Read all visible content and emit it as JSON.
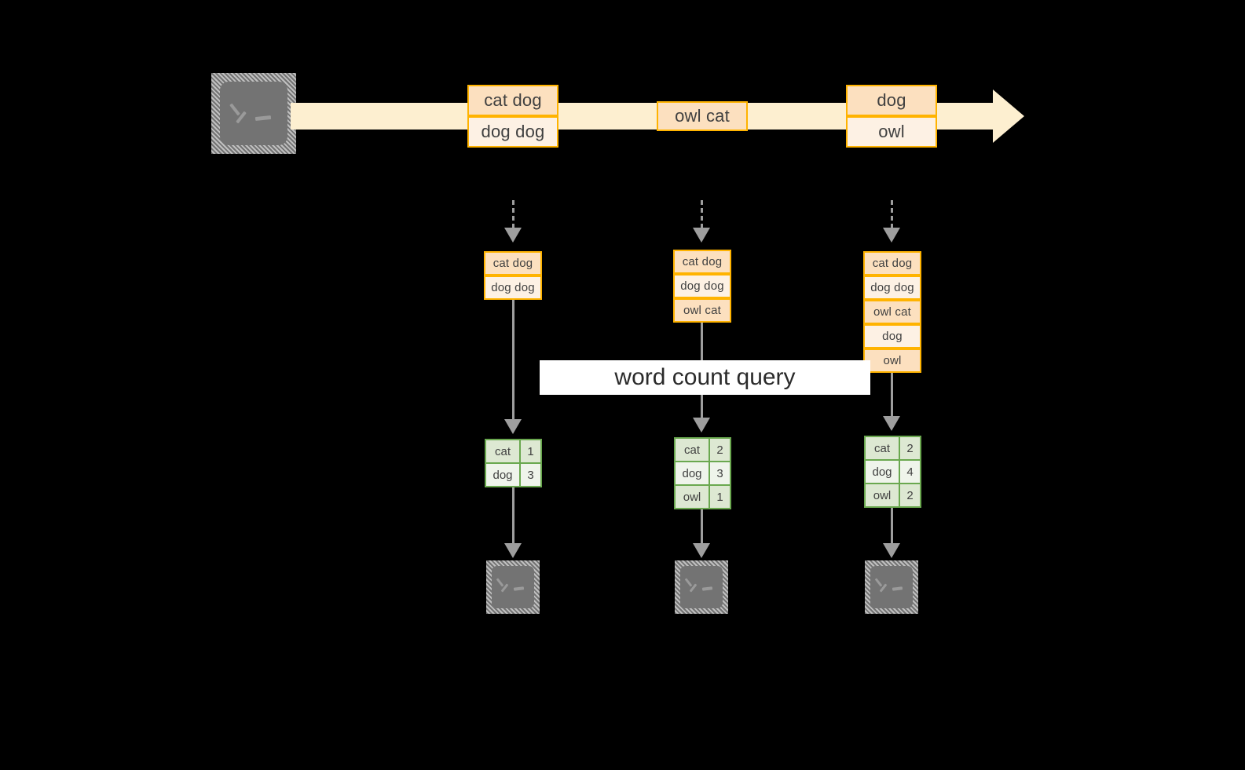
{
  "diagram": {
    "title": "word count streaming query",
    "colors": {
      "background": "#000000",
      "stream_band": "#fdefd0",
      "event_border": "#ffb300",
      "event_fill_dark": "#fce0bf",
      "event_fill_light": "#fdf1e4",
      "table_border": "#6aa84f",
      "table_fill_dark": "#dde8d2",
      "table_fill_light": "#eff4eb",
      "connector": "#9e9e9e",
      "terminal_icon": "#737373",
      "label_band": "#ffffff",
      "text": "#404040"
    },
    "source": {
      "icon": "terminal-icon",
      "prompt": ">_"
    },
    "query_label": "word count query",
    "stream": {
      "groups": [
        {
          "name": "stream-group-1",
          "events": [
            {
              "text": "cat dog",
              "shade": "dark"
            },
            {
              "text": "dog dog",
              "shade": "light"
            }
          ]
        },
        {
          "name": "stream-group-2",
          "events": [
            {
              "text": "owl cat",
              "shade": "dark"
            }
          ]
        },
        {
          "name": "stream-group-3",
          "events": [
            {
              "text": "dog",
              "shade": "dark"
            },
            {
              "text": "owl",
              "shade": "light"
            }
          ]
        }
      ]
    },
    "snapshots": [
      {
        "name": "snapshot-1",
        "input_events": [
          {
            "text": "cat dog",
            "shade": "dark"
          },
          {
            "text": "dog dog",
            "shade": "light"
          }
        ],
        "result": {
          "rows": [
            {
              "word": "cat",
              "count": "1",
              "shade": "dark"
            },
            {
              "word": "dog",
              "count": "3",
              "shade": "light"
            }
          ]
        },
        "sink": {
          "icon": "terminal-icon",
          "prompt": ">_"
        }
      },
      {
        "name": "snapshot-2",
        "input_events": [
          {
            "text": "cat dog",
            "shade": "dark"
          },
          {
            "text": "dog dog",
            "shade": "light"
          },
          {
            "text": "owl cat",
            "shade": "dark"
          }
        ],
        "result": {
          "rows": [
            {
              "word": "cat",
              "count": "2",
              "shade": "dark"
            },
            {
              "word": "dog",
              "count": "3",
              "shade": "light"
            },
            {
              "word": "owl",
              "count": "1",
              "shade": "dark"
            }
          ]
        },
        "sink": {
          "icon": "terminal-icon",
          "prompt": ">_"
        }
      },
      {
        "name": "snapshot-3",
        "input_events": [
          {
            "text": "cat dog",
            "shade": "dark"
          },
          {
            "text": "dog dog",
            "shade": "light"
          },
          {
            "text": "owl cat",
            "shade": "dark"
          },
          {
            "text": "dog",
            "shade": "light"
          },
          {
            "text": "owl",
            "shade": "dark"
          }
        ],
        "result": {
          "rows": [
            {
              "word": "cat",
              "count": "2",
              "shade": "dark"
            },
            {
              "word": "dog",
              "count": "4",
              "shade": "light"
            },
            {
              "word": "owl",
              "count": "2",
              "shade": "dark"
            }
          ]
        },
        "sink": {
          "icon": "terminal-icon",
          "prompt": ">_"
        }
      }
    ]
  }
}
